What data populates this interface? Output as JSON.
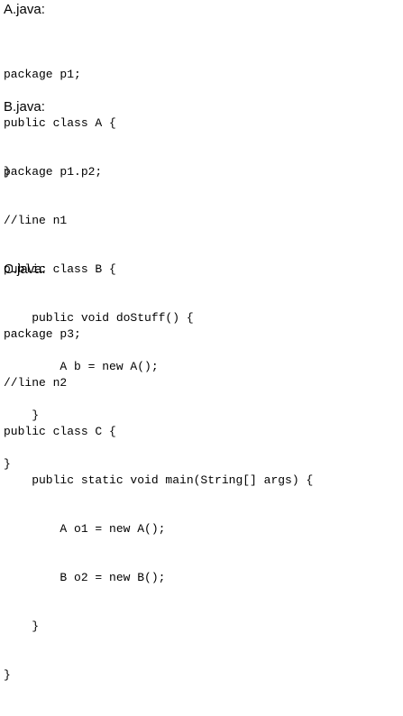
{
  "files": [
    {
      "heading": "A.java:",
      "lines": [
        "package p1;",
        "public class A {",
        "}"
      ]
    },
    {
      "heading": "B.java:",
      "lines": [
        "package p1.p2;",
        "//line n1",
        "public class B {",
        "    public void doStuff() {",
        "        A b = new A();",
        "    }",
        "}"
      ]
    },
    {
      "heading": "C.java:",
      "lines": [
        "package p3;",
        "//line n2",
        "public class C {",
        "    public static void main(String[] args) {",
        "        A o1 = new A();",
        "        B o2 = new B();",
        "    }",
        "}"
      ]
    }
  ]
}
